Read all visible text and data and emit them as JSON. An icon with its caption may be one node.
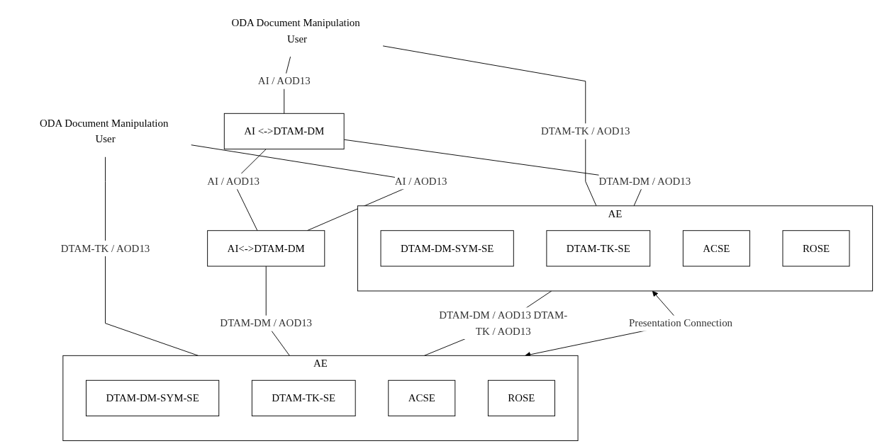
{
  "diagram": {
    "nodes": [
      {
        "text": [
          "ODA Document Manipulation User"
        ]
      },
      {
        "text": [
          "AI <->DTAM-DM"
        ]
      },
      {
        "text": [
          "AE"
        ]
      },
      {
        "text": [
          "DTAM-DM-SYM-SE"
        ],
        "in": 2
      },
      {
        "text": [
          "DTAM-TK-SE"
        ],
        "in": 2
      },
      {
        "text": [
          "ACSE"
        ],
        "in": 2
      },
      {
        "text": [
          "ROSE"
        ],
        "in": 2
      },
      {
        "text": [
          "ODA Document Manipulation User"
        ]
      },
      {
        "text": [
          "AI<->DTAM-DM"
        ]
      },
      {
        "text": [
          "AE"
        ]
      },
      {
        "text": [
          "DTAM-DM-SYM-SE"
        ],
        "in": 9
      },
      {
        "text": [
          "DTAM-TK-SE"
        ],
        "in": 9
      },
      {
        "text": [
          "ACSE"
        ],
        "in": 9
      },
      {
        "text": [
          "ROSE"
        ],
        "in": 9
      }
    ],
    "edges": [
      {
        "from": 0,
        "to": 1,
        "arrow": "none",
        "label": "AI / AOD13"
      },
      {
        "from": 0,
        "to": 2,
        "arrow": "none",
        "label": "DTAM-TK / AOD13"
      },
      {
        "from": 1,
        "to": 2,
        "arrow": "none",
        "label": "DTAM-DM / AOD13"
      },
      {
        "from": 1,
        "to": 8,
        "arrow": "none",
        "label": "AI / AOD13"
      },
      {
        "from": 7,
        "to": 8,
        "arrow": "none",
        "label": "AI / AOD13"
      },
      {
        "from": 7,
        "to": 9,
        "arrow": "none",
        "label": "DTAM-TK / AOD13"
      },
      {
        "from": 8,
        "to": 9,
        "arrow": "none",
        "label": "DTAM-DM / AOD13"
      },
      {
        "from": 2,
        "to": 9,
        "arrow": "none",
        "label": "DTAM-DM / AOD13 DTAM-TK / AOD13"
      },
      {
        "from": 2,
        "to": 9,
        "arrow": "both",
        "label": "Presentation Connection"
      }
    ]
  }
}
